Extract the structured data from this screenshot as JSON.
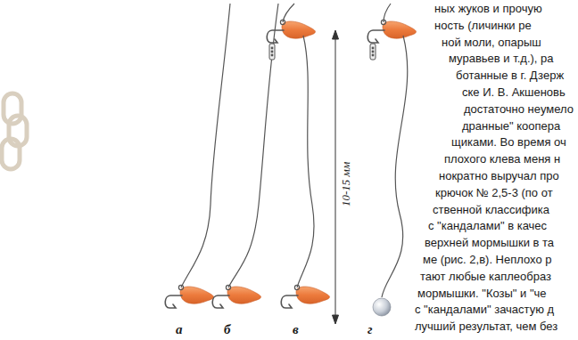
{
  "diagram": {
    "labels": [
      "а",
      "б",
      "в",
      "г",
      "10-15 мм",
      "ных жуков и прочую",
      "ность (личинки ре",
      "ной моли, опарыш",
      "муравьев и т.д.), ра",
      "ботанные в г. Дзерж",
      "ске И. В. Акшеновь",
      "достаточно неумело",
      "дранные\" коопера",
      "щиками. Во время оч",
      "плохого клева меня н",
      "нократно выручал про",
      "крючок № 2,5-3 (по от",
      "ственной классифика",
      "с \"кандалами\" в качес",
      "верхней мормышки в та",
      "ме (рис. 2,в). Неплохо р",
      "тают любые каплеобраз",
      "мормышки. \"Козы\" и \"че",
      "с \"кандалами\" зачастую д",
      "лучший результат, чем без"
    ]
  }
}
